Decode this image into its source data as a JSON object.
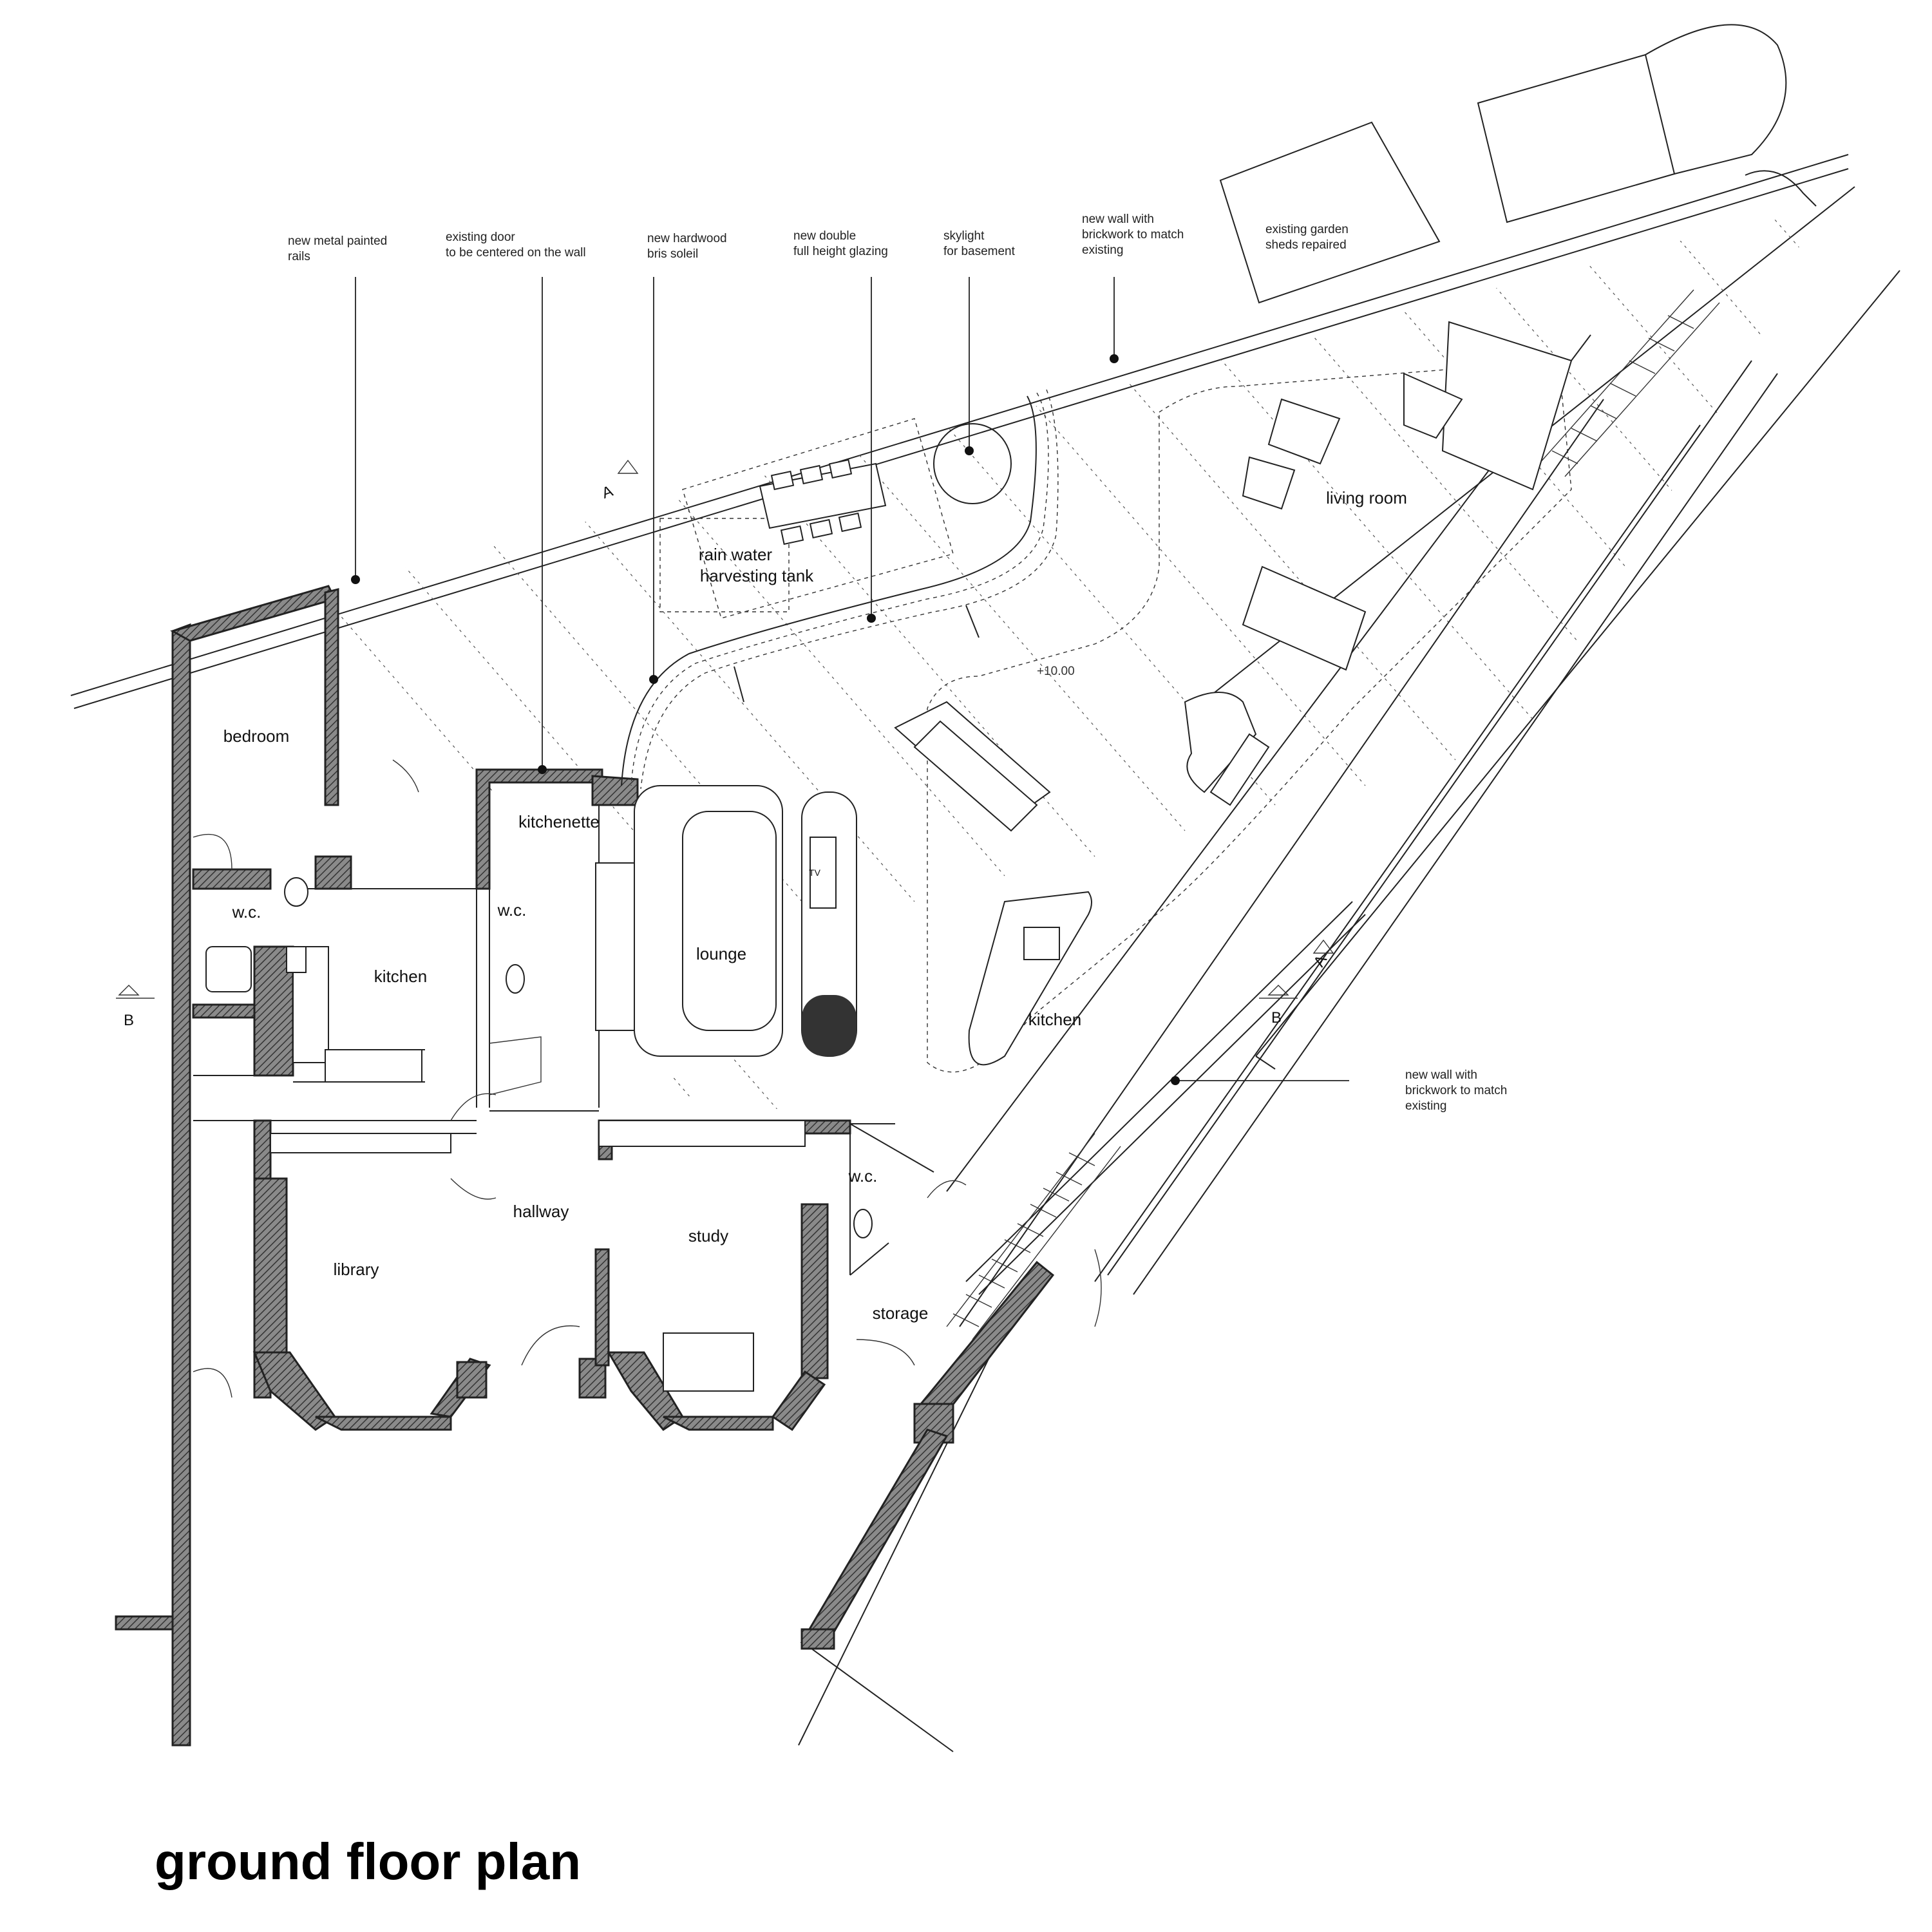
{
  "title": "ground floor plan",
  "rooms": {
    "bedroom": "bedroom",
    "wc_1": "w.c.",
    "kitchen_old": "kitchen",
    "kitchenette": "kitchenette",
    "wc_2": "w.c.",
    "lounge": "lounge",
    "tv": "TV",
    "kitchen_new": "kitchen",
    "living_room": "living room",
    "library": "library",
    "hallway": "hallway",
    "study": "study",
    "wc_3": "w.c.",
    "storage": "storage",
    "rain_tank_line1": "rain water",
    "rain_tank_line2": "harvesting tank"
  },
  "level_mark": "+10.00",
  "section_marks": {
    "a_top": "A",
    "a_right": "A",
    "b_left": "B",
    "b_right": "B"
  },
  "notes": {
    "rails": [
      "new metal painted",
      "rails"
    ],
    "door": [
      "existing door",
      "to be centered on the wall"
    ],
    "bris": [
      "new hardwood",
      "bris soleil"
    ],
    "glazing": [
      "new double",
      "full height glazing"
    ],
    "skylight": [
      "skylight",
      "for basement"
    ],
    "wall_top": [
      "new wall with",
      "brickwork to match",
      "existing"
    ],
    "sheds": [
      "existing garden",
      "sheds repaired"
    ],
    "wall_right": [
      "new wall with",
      "brickwork to match",
      "existing"
    ]
  }
}
